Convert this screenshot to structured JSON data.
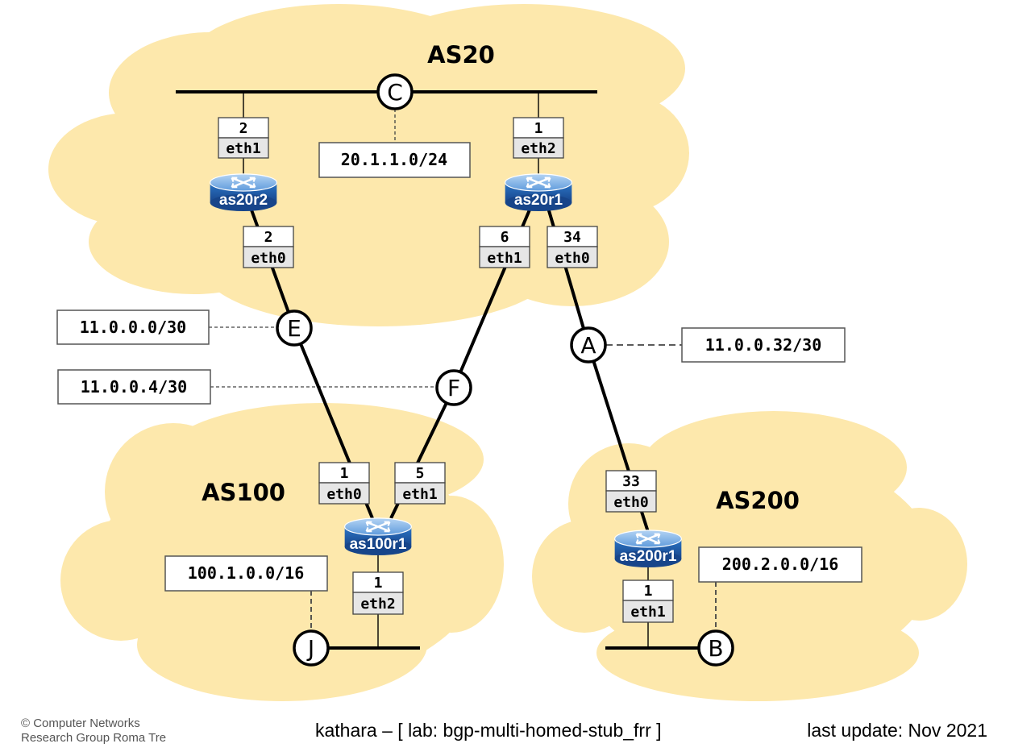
{
  "autonomous_systems": {
    "as20": "AS20",
    "as100": "AS100",
    "as200": "AS200"
  },
  "routers": {
    "as20r2": "as20r2",
    "as20r1": "as20r1",
    "as100r1": "as100r1",
    "as200r1": "as200r1"
  },
  "interfaces": {
    "as20r2_eth1": {
      "host": "2",
      "name": "eth1"
    },
    "as20r2_eth0": {
      "host": "2",
      "name": "eth0"
    },
    "as20r1_eth2": {
      "host": "1",
      "name": "eth2"
    },
    "as20r1_eth1": {
      "host": "6",
      "name": "eth1"
    },
    "as20r1_eth0": {
      "host": "34",
      "name": "eth0"
    },
    "as100r1_eth0": {
      "host": "1",
      "name": "eth0"
    },
    "as100r1_eth1": {
      "host": "5",
      "name": "eth1"
    },
    "as100r1_eth2": {
      "host": "1",
      "name": "eth2"
    },
    "as200r1_eth0": {
      "host": "33",
      "name": "eth0"
    },
    "as200r1_eth1": {
      "host": "1",
      "name": "eth1"
    }
  },
  "collision_domains": {
    "C": {
      "letter": "C",
      "subnet": "20.1.1.0/24"
    },
    "E": {
      "letter": "E",
      "subnet": "11.0.0.0/30"
    },
    "F": {
      "letter": "F",
      "subnet": "11.0.0.4/30"
    },
    "A": {
      "letter": "A",
      "subnet": "11.0.0.32/30"
    },
    "J": {
      "letter": "J",
      "subnet": "100.1.0.0/16"
    },
    "B": {
      "letter": "B",
      "subnet": "200.2.0.0/16"
    }
  },
  "colors": {
    "cloud": "#fde8ac",
    "router_top": "#7fb2e6",
    "router_body": "#1f5fae",
    "label_lower_bg": "#e6e6e6"
  },
  "footer": {
    "copyright_line1": "© Computer Networks",
    "copyright_line2": "Research Group Roma Tre",
    "lab": "kathara – [ lab: bgp-multi-homed-stub_frr ]",
    "update": "last update: Nov 2021"
  }
}
